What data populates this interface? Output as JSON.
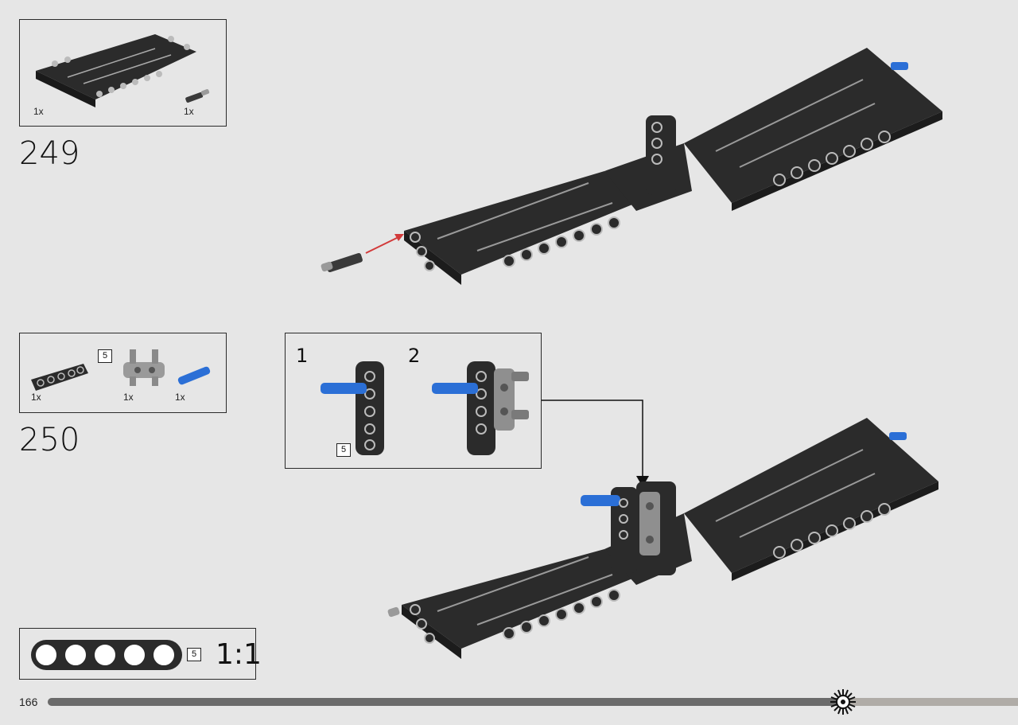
{
  "step_249": {
    "number": "249",
    "parts": [
      {
        "icon": "wing-panel-icon",
        "qty": "1x"
      },
      {
        "icon": "axle-pin-icon",
        "qty": "1x"
      }
    ]
  },
  "step_250": {
    "number": "250",
    "parts": [
      {
        "icon": "beam-5-icon",
        "qty": "1x",
        "length": "5"
      },
      {
        "icon": "connector-icon",
        "qty": "1x"
      },
      {
        "icon": "blue-pin-icon",
        "qty": "1x"
      }
    ],
    "substeps": [
      {
        "number": "1",
        "length": "5"
      },
      {
        "number": "2"
      }
    ]
  },
  "scale_reference": {
    "length": "5",
    "label": "1:1"
  },
  "page": {
    "number": "166"
  },
  "colors": {
    "background": "#e6e6e6",
    "part_black": "#2b2b2b",
    "part_grey": "#8f8f8f",
    "pin_blue": "#2b6fd6",
    "arrow_red": "#d23a3a",
    "progress": "#6b6b6b"
  },
  "progress": {
    "fraction": 0.82
  }
}
